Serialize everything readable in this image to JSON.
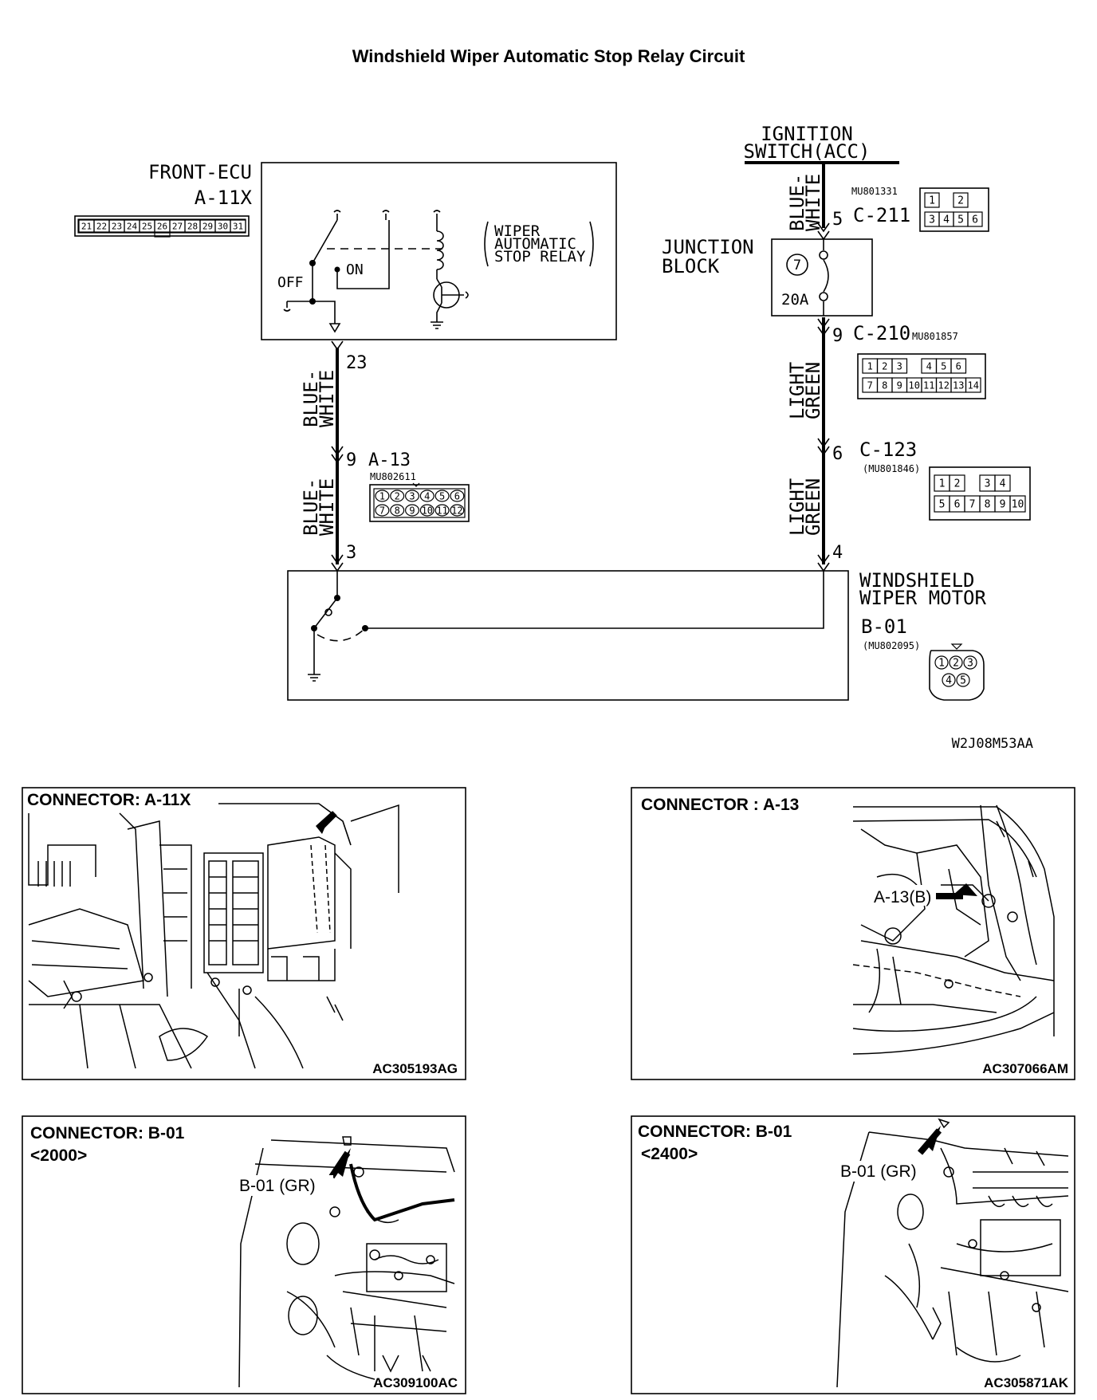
{
  "title": "Windshield Wiper Automatic Stop Relay Circuit",
  "diagram_code": "W2J08M53AA",
  "front_ecu": {
    "name": "FRONT-ECU",
    "connector": "A-11X",
    "pins": [
      "21",
      "22",
      "23",
      "24",
      "25",
      "26",
      "27",
      "28",
      "29",
      "30",
      "31"
    ]
  },
  "relay": {
    "label_lines": [
      "WIPER",
      "AUTOMATIC",
      "STOP RELAY"
    ],
    "off_label": "OFF",
    "on_label": "ON"
  },
  "ignition": {
    "line1": "IGNITION",
    "line2": "SWITCH(ACC)"
  },
  "junction_block": {
    "line1": "JUNCTION",
    "line2": "BLOCK",
    "fuse_no": "7",
    "fuse_rating": "20A"
  },
  "connectors": {
    "c211": {
      "pin": "5",
      "name": "C-211",
      "part": "MU801331",
      "row1": [
        "1",
        "",
        "2"
      ],
      "row2": [
        "3",
        "4",
        "5",
        "6"
      ]
    },
    "c210": {
      "pin": "9",
      "name": "C-210",
      "part": "MU801857",
      "row1": [
        "1",
        "2",
        "3",
        "",
        "4",
        "5",
        "6"
      ],
      "row2": [
        "7",
        "8",
        "9",
        "10",
        "11",
        "12",
        "13",
        "14"
      ]
    },
    "c123": {
      "pin": "6",
      "name": "C-123",
      "part": "(MU801846)",
      "row1": [
        "1",
        "2",
        "",
        "3",
        "4"
      ],
      "row2": [
        "5",
        "6",
        "7",
        "8",
        "9",
        "10"
      ]
    },
    "a13": {
      "pin": "9",
      "name": "A-13",
      "part": "MU802611",
      "row1": [
        "1",
        "2",
        "3",
        "4",
        "5",
        "6"
      ],
      "row2": [
        "7",
        "8",
        "9",
        "10",
        "11",
        "12"
      ]
    },
    "b01": {
      "name": "B-01",
      "part": "(MU802095)",
      "row1": [
        "1",
        "2",
        "3"
      ],
      "row2": [
        "4",
        "5"
      ]
    }
  },
  "pins": {
    "ecu_out": "23",
    "motor_left": "3",
    "motor_right": "4"
  },
  "wires": {
    "blue_white": [
      "BLUE-",
      "WHITE"
    ],
    "light_green": [
      "LIGHT",
      "GREEN"
    ]
  },
  "motor": {
    "line1": "WINDSHIELD",
    "line2": "WIPER MOTOR"
  },
  "photos": [
    {
      "title": "CONNECTOR: A-11X",
      "subtitle": "",
      "callout": "",
      "code": "AC305193AG"
    },
    {
      "title": "CONNECTOR : A-13",
      "subtitle": "",
      "callout": "A-13(B)",
      "code": "AC307066AM"
    },
    {
      "title": "CONNECTOR: B-01",
      "subtitle": "<2000>",
      "callout": "B-01 (GR)",
      "code": "AC309100AC"
    },
    {
      "title": "CONNECTOR: B-01",
      "subtitle": "<2400>",
      "callout": "B-01 (GR)",
      "code": "AC305871AK"
    }
  ]
}
